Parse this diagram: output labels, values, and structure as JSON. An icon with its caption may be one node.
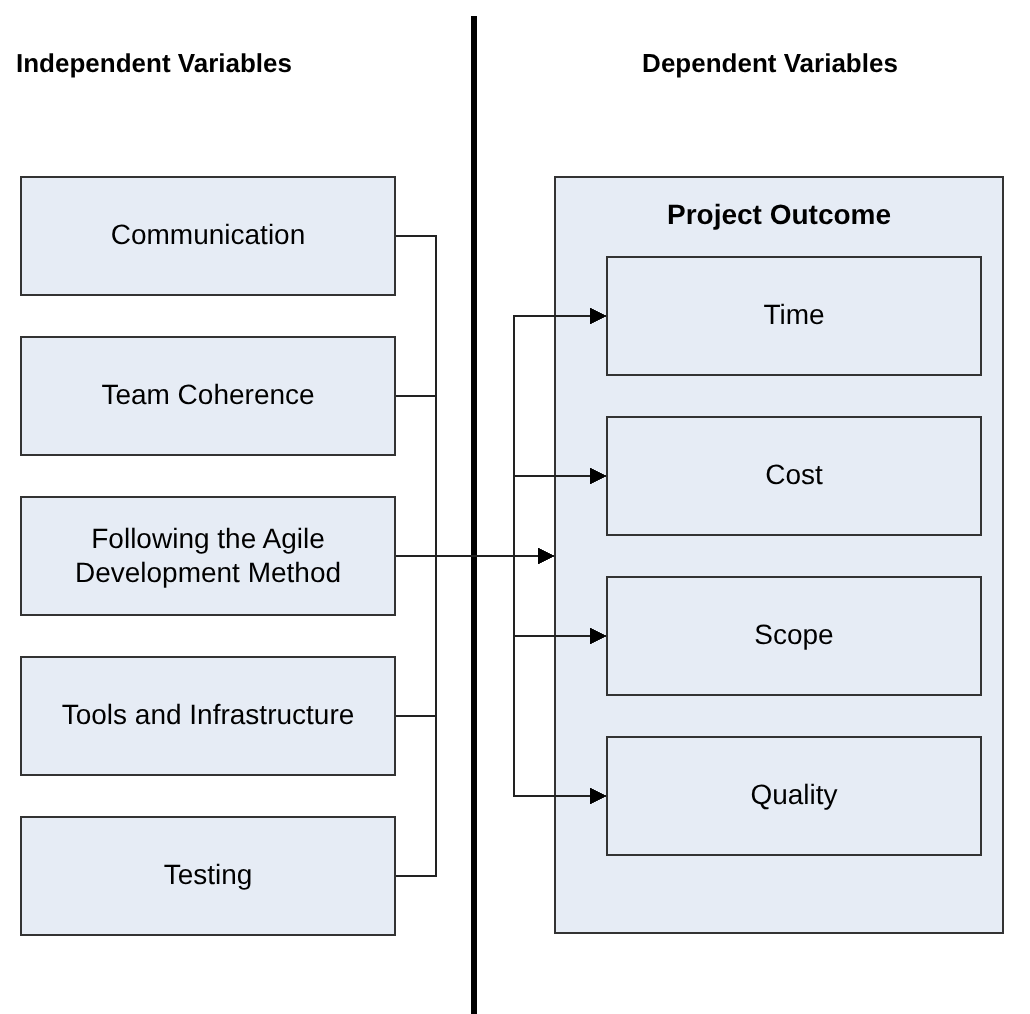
{
  "diagram": {
    "nodes": [
      {
        "text": [
          "Communication"
        ]
      },
      {
        "text": [
          "Team Coherence"
        ]
      },
      {
        "text": [
          "Following the Agile Development Method"
        ]
      },
      {
        "text": [
          "Tools and Infrastructure"
        ]
      },
      {
        "text": [
          "Testing"
        ]
      },
      {
        "text": [
          "Project Outcome"
        ]
      },
      {
        "text": [
          "Time"
        ],
        "in": 5
      },
      {
        "text": [
          "Cost"
        ],
        "in": 5
      },
      {
        "text": [
          "Scope"
        ],
        "in": 5
      },
      {
        "text": [
          "Quality"
        ],
        "in": 5
      }
    ],
    "edges": [
      {
        "from": 0,
        "to": 5,
        "arrow": "to"
      },
      {
        "from": 1,
        "to": 5,
        "arrow": "to"
      },
      {
        "from": 2,
        "to": 5,
        "arrow": "to"
      },
      {
        "from": 3,
        "to": 5,
        "arrow": "to"
      },
      {
        "from": 4,
        "to": 5,
        "arrow": "to"
      },
      {
        "from": 0,
        "to": 6,
        "arrow": "to"
      },
      {
        "from": 0,
        "to": 7,
        "arrow": "to"
      },
      {
        "from": 0,
        "to": 8,
        "arrow": "to"
      },
      {
        "from": 0,
        "to": 9,
        "arrow": "to"
      },
      {
        "from": 1,
        "to": 6,
        "arrow": "to"
      },
      {
        "from": 1,
        "to": 7,
        "arrow": "to"
      },
      {
        "from": 1,
        "to": 8,
        "arrow": "to"
      },
      {
        "from": 1,
        "to": 9,
        "arrow": "to"
      },
      {
        "from": 2,
        "to": 6,
        "arrow": "to"
      },
      {
        "from": 2,
        "to": 7,
        "arrow": "to"
      },
      {
        "from": 2,
        "to": 8,
        "arrow": "to"
      },
      {
        "from": 2,
        "to": 9,
        "arrow": "to"
      },
      {
        "from": 3,
        "to": 6,
        "arrow": "to"
      },
      {
        "from": 3,
        "to": 7,
        "arrow": "to"
      },
      {
        "from": 3,
        "to": 8,
        "arrow": "to"
      },
      {
        "from": 3,
        "to": 9,
        "arrow": "to"
      },
      {
        "from": 4,
        "to": 6,
        "arrow": "to"
      },
      {
        "from": 4,
        "to": 7,
        "arrow": "to"
      },
      {
        "from": 4,
        "to": 8,
        "arrow": "to"
      },
      {
        "from": 4,
        "to": 9,
        "arrow": "to"
      }
    ],
    "labels": [
      "Independent Variables",
      "Dependent Variables"
    ]
  }
}
